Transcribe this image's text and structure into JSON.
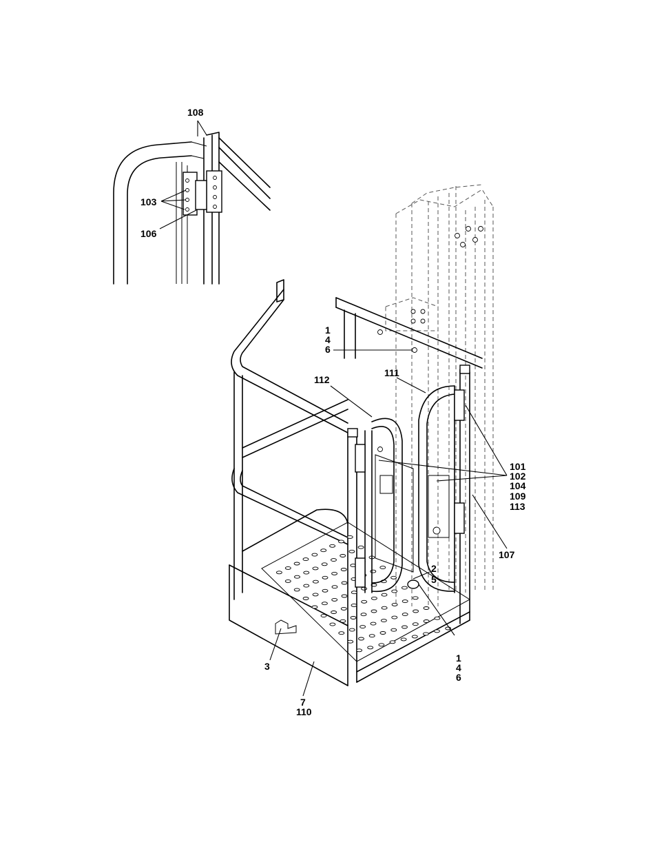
{
  "callouts": {
    "c108": "108",
    "c103": "103",
    "c106": "106",
    "c1a": "1",
    "c4a": "4",
    "c6a": "6",
    "c111": "111",
    "c112": "112",
    "c101": "101",
    "c102": "102",
    "c104": "104",
    "c109": "109",
    "c113": "113",
    "c107": "107",
    "c2": "2",
    "c5": "5",
    "c1b": "1",
    "c4b": "4",
    "c6b": "6",
    "c3": "3",
    "c7": "7",
    "c110": "110"
  }
}
